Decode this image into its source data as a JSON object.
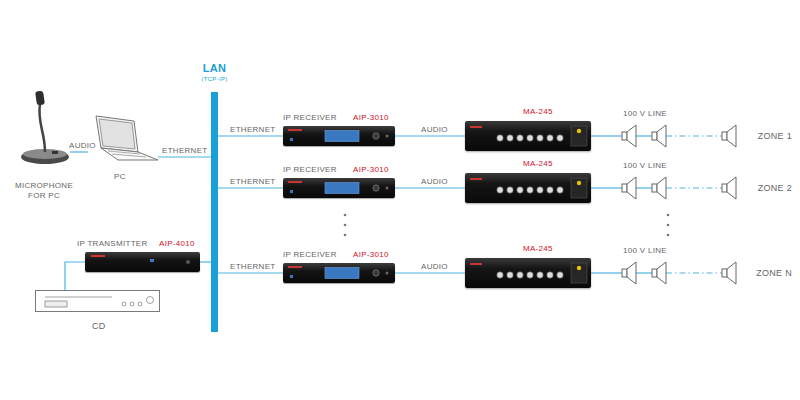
{
  "diagram": {
    "nodes": [
      {
        "text": [
          "LAN",
          "(TCP-IP)"
        ]
      },
      {
        "text": [
          "MICROPHONE FOR PC"
        ]
      },
      {
        "text": [
          "PC"
        ]
      },
      {
        "text": [
          "IP RECEIVER",
          "AIP-3010"
        ]
      },
      {
        "text": [
          "MA-245"
        ]
      },
      {
        "text": [
          "ZONE 1"
        ]
      },
      {
        "text": [
          "IP RECEIVER",
          "AIP-3010"
        ]
      },
      {
        "text": [
          "MA-245"
        ]
      },
      {
        "text": [
          "ZONE 2"
        ]
      },
      {
        "text": [
          "IP TRANSMITTER",
          "AIP-4010"
        ]
      },
      {
        "text": [
          "CD"
        ]
      },
      {
        "text": [
          "IP RECEIVER",
          "AIP-3010"
        ]
      },
      {
        "text": [
          "MA-245"
        ]
      },
      {
        "text": [
          "ZONE N"
        ]
      }
    ],
    "edges": [
      {
        "from": 1,
        "to": 2,
        "label": "AUDIO",
        "arrow": "none"
      },
      {
        "from": 2,
        "to": 0,
        "label": "ETHERNET",
        "arrow": "none"
      },
      {
        "from": 0,
        "to": 3,
        "label": "ETHERNET",
        "arrow": "none"
      },
      {
        "from": 3,
        "to": 4,
        "label": "AUDIO",
        "arrow": "none"
      },
      {
        "from": 4,
        "to": 5,
        "label": "100 V LINE",
        "arrow": "none"
      },
      {
        "from": 0,
        "to": 6,
        "label": "ETHERNET",
        "arrow": "none"
      },
      {
        "from": 6,
        "to": 7,
        "label": "AUDIO",
        "arrow": "none"
      },
      {
        "from": 7,
        "to": 8,
        "label": "100 V LINE",
        "arrow": "none"
      },
      {
        "from": 0,
        "to": 11,
        "label": "ETHERNET",
        "arrow": "none"
      },
      {
        "from": 11,
        "to": 12,
        "label": "AUDIO",
        "arrow": "none"
      },
      {
        "from": 12,
        "to": 13,
        "label": "100 V LINE",
        "arrow": "none"
      },
      {
        "from": 10,
        "to": 9,
        "arrow": "none"
      },
      {
        "from": 9,
        "to": 0,
        "arrow": "none"
      }
    ]
  }
}
